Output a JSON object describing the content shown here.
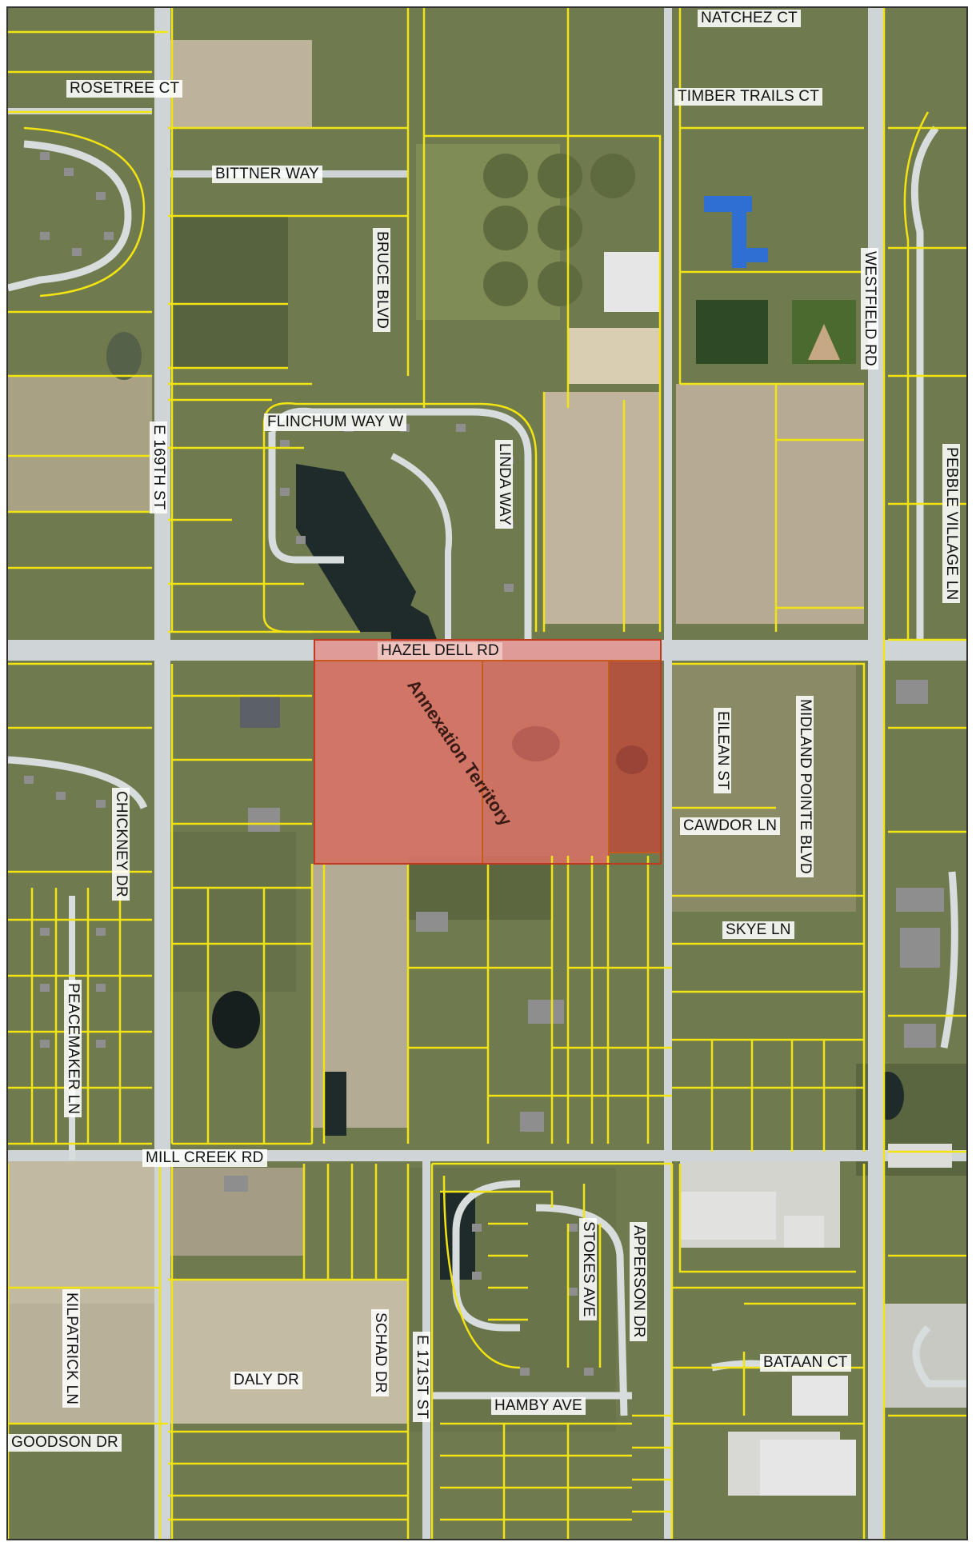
{
  "map": {
    "annexation_label": "Annexation Territory",
    "colors": {
      "parcel_line": "#f2e312",
      "road": "#cfd4d6",
      "annexation_fill": "#e7756c",
      "annexation_edge": "#c85a1e",
      "field": "#b8ad95",
      "woods": "#5f6b43",
      "grass": "#7e8a54",
      "roof": "#8e8e8e",
      "pond": "#1f2a2a",
      "school_roof": "#2f6fd3"
    },
    "streets": {
      "natchez_ct": "NATCHEZ CT",
      "rosetree_ct": "ROSETREE CT",
      "timber_trails_ct": "TIMBER TRAILS CT",
      "bittner_way": "BITTNER WAY",
      "bruce_blvd": "BRUCE BLVD",
      "westfield_rd": "WESTFIELD RD",
      "flinchum_way_w": "FLINCHUM WAY W",
      "e_169th_st": "E 169TH ST",
      "linda_way": "LINDA WAY",
      "pebble_village_ln": "PEBBLE VILLAGE LN",
      "hazel_dell_rd": "HAZEL DELL RD",
      "eilean_st": "EILEAN ST",
      "midland_pointe_blvd": "MIDLAND POINTE BLVD",
      "chickney_dr": "CHICKNEY DR",
      "cawdor_ln": "CAWDOR LN",
      "skye_ln": "SKYE LN",
      "peacemaker_ln": "PEACEMAKER LN",
      "mill_creek_rd": "MILL CREEK RD",
      "stokes_ave": "STOKES AVE",
      "apperson_dr": "APPERSON DR",
      "kilpatrick_ln": "KILPATRICK LN",
      "schad_dr": "SCHAD DR",
      "e_171st_st": "E 171ST ST",
      "bataan_ct": "BATAAN CT",
      "daly_dr": "DALY DR",
      "hamby_ave": "HAMBY AVE",
      "goodson_dr": "GOODSON DR"
    }
  }
}
